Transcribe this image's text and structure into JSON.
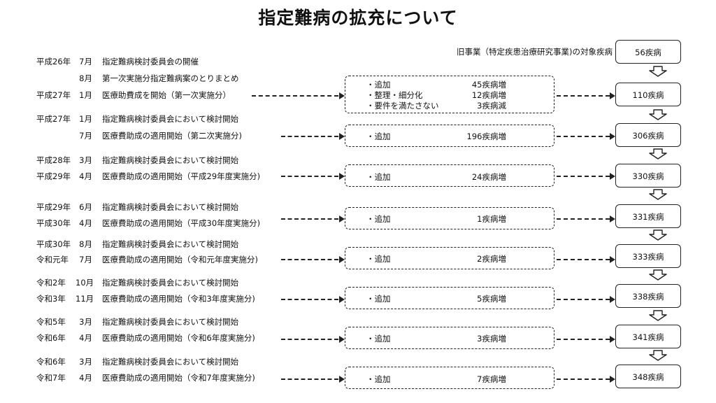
{
  "title": "指定難病の拡充について",
  "reference_label": "旧事業（特定疾患治療研究事業)の対象疾病",
  "initial_count": "56疾病",
  "stages": [
    {
      "lines": [
        {
          "era": "平成26年",
          "month": "7月",
          "text": "指定難病検討委員会の開催"
        },
        {
          "era": "",
          "month": "8月",
          "text": "第一次実施分指定難病案のとりまとめ"
        },
        {
          "era": "平成27年",
          "month": "1月",
          "text": "医療助費成を開始（第一次実施分）"
        }
      ],
      "items": [
        {
          "label": "・追加",
          "value": "45疾病増"
        },
        {
          "label": "・整理・細分化",
          "value": "12疾病増"
        },
        {
          "label": "・要件を満たさない",
          "value": "3疾病減"
        }
      ],
      "count": "110疾病"
    },
    {
      "lines": [
        {
          "era": "平成27年",
          "month": "1月",
          "text": "指定難病検討委員会において検討開始"
        },
        {
          "era": "",
          "month": "7月",
          "text": "医療費助成の適用開始（第二次実施分)"
        }
      ],
      "items": [
        {
          "label": "・追加",
          "value": "196疾病増"
        }
      ],
      "count": "306疾病"
    },
    {
      "lines": [
        {
          "era": "平成28年",
          "month": "3月",
          "text": "指定難病検討委員会において検討開始"
        },
        {
          "era": "平成29年",
          "month": "4月",
          "text": "医療費助成の適用開始（平成29年度実施分)"
        }
      ],
      "items": [
        {
          "label": "・追加",
          "value": "24疾病増"
        }
      ],
      "count": "330疾病"
    },
    {
      "lines": [
        {
          "era": "平成29年",
          "month": "6月",
          "text": "指定難病検討委員会において検討開始"
        },
        {
          "era": "平成30年",
          "month": "4月",
          "text": "医療費助成の適用開始（平成30年度実施分)"
        }
      ],
      "items": [
        {
          "label": "・追加",
          "value": "1疾病増"
        }
      ],
      "count": "331疾病"
    },
    {
      "lines": [
        {
          "era": "平成30年",
          "month": "8月",
          "text": "指定難病検討委員会において検討開始"
        },
        {
          "era": "令和元年",
          "month": "7月",
          "text": "医療費助成の適用開始（令和元年度実施分)"
        }
      ],
      "items": [
        {
          "label": "・追加",
          "value": "2疾病増"
        }
      ],
      "count": "333疾病"
    },
    {
      "lines": [
        {
          "era": "令和2年",
          "month": "10月",
          "text": "指定難病検討委員会において検討開始"
        },
        {
          "era": "令和3年",
          "month": "11月",
          "text": "医療費助成の適用開始（令和3年度実施分)"
        }
      ],
      "items": [
        {
          "label": "・追加",
          "value": "5疾病増"
        }
      ],
      "count": "338疾病"
    },
    {
      "lines": [
        {
          "era": "令和5年",
          "month": "3月",
          "text": "指定難病検討委員会において検討開始"
        },
        {
          "era": "令和6年",
          "month": "4月",
          "text": "医療費助成の適用開始（令和6年度実施分)"
        }
      ],
      "items": [
        {
          "label": "・追加",
          "value": "3疾病増"
        }
      ],
      "count": "341疾病"
    },
    {
      "lines": [
        {
          "era": "令和6年",
          "month": "3月",
          "text": "指定難病検討委員会において検討開始"
        },
        {
          "era": "令和7年",
          "month": "4月",
          "text": "医療費助成の適用開始（令和7年度実施分)"
        }
      ],
      "items": [
        {
          "label": "・追加",
          "value": "7疾病増"
        }
      ],
      "count": "348疾病"
    }
  ]
}
